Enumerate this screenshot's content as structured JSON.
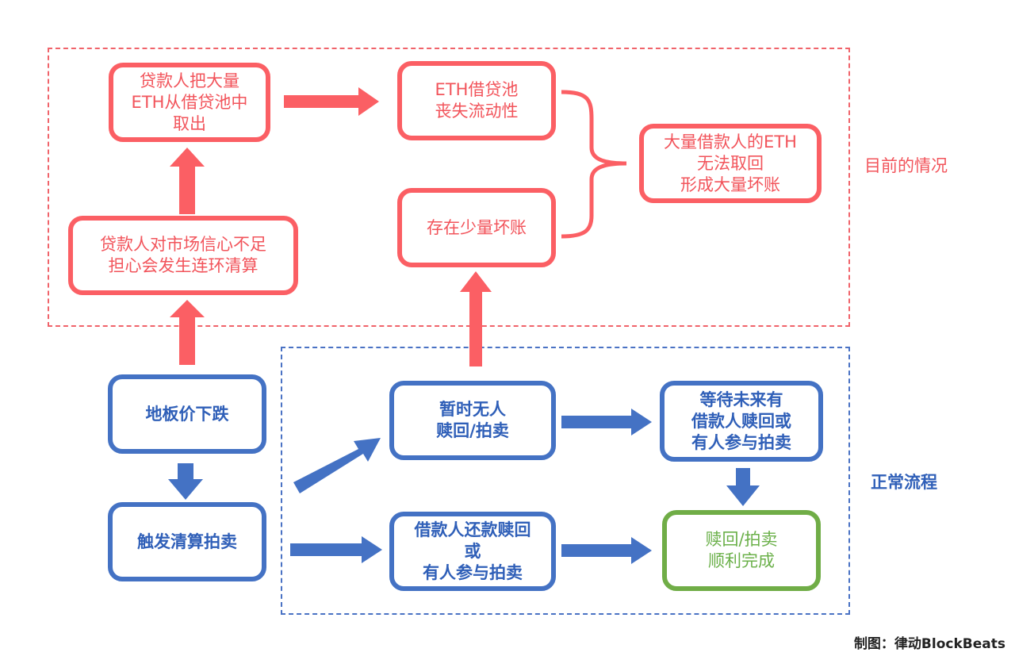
{
  "regions": {
    "current_label": "目前的情况",
    "normal_label": "正常流程"
  },
  "boxes": {
    "withdraw": "贷款人把大量\nETH从借贷池中\n取出",
    "pool_illiquid": "ETH借贷池\n丧失流动性",
    "bad_debt_small": "存在少量坏账",
    "bad_debt_large": "大量借款人的ETH\n无法取回\n形成大量坏账",
    "lender_fear": "贷款人对市场信心不足\n担心会发生连环清算",
    "floor_drop": "地板价下跌",
    "trigger_auction": "触发清算拍卖",
    "no_redeemer": "暂时无人\n赎回/拍卖",
    "wait_future": "等待未来有\n借款人赎回或\n有人参与拍卖",
    "repay_redeem": "借款人还款赎回\n或\n有人参与拍卖",
    "success": "赎回/拍卖\n顺利完成"
  },
  "credit": "制图：律动BlockBeats",
  "colors": {
    "red": "#fb5f64",
    "blue": "#4472c4",
    "green": "#70ad47"
  }
}
